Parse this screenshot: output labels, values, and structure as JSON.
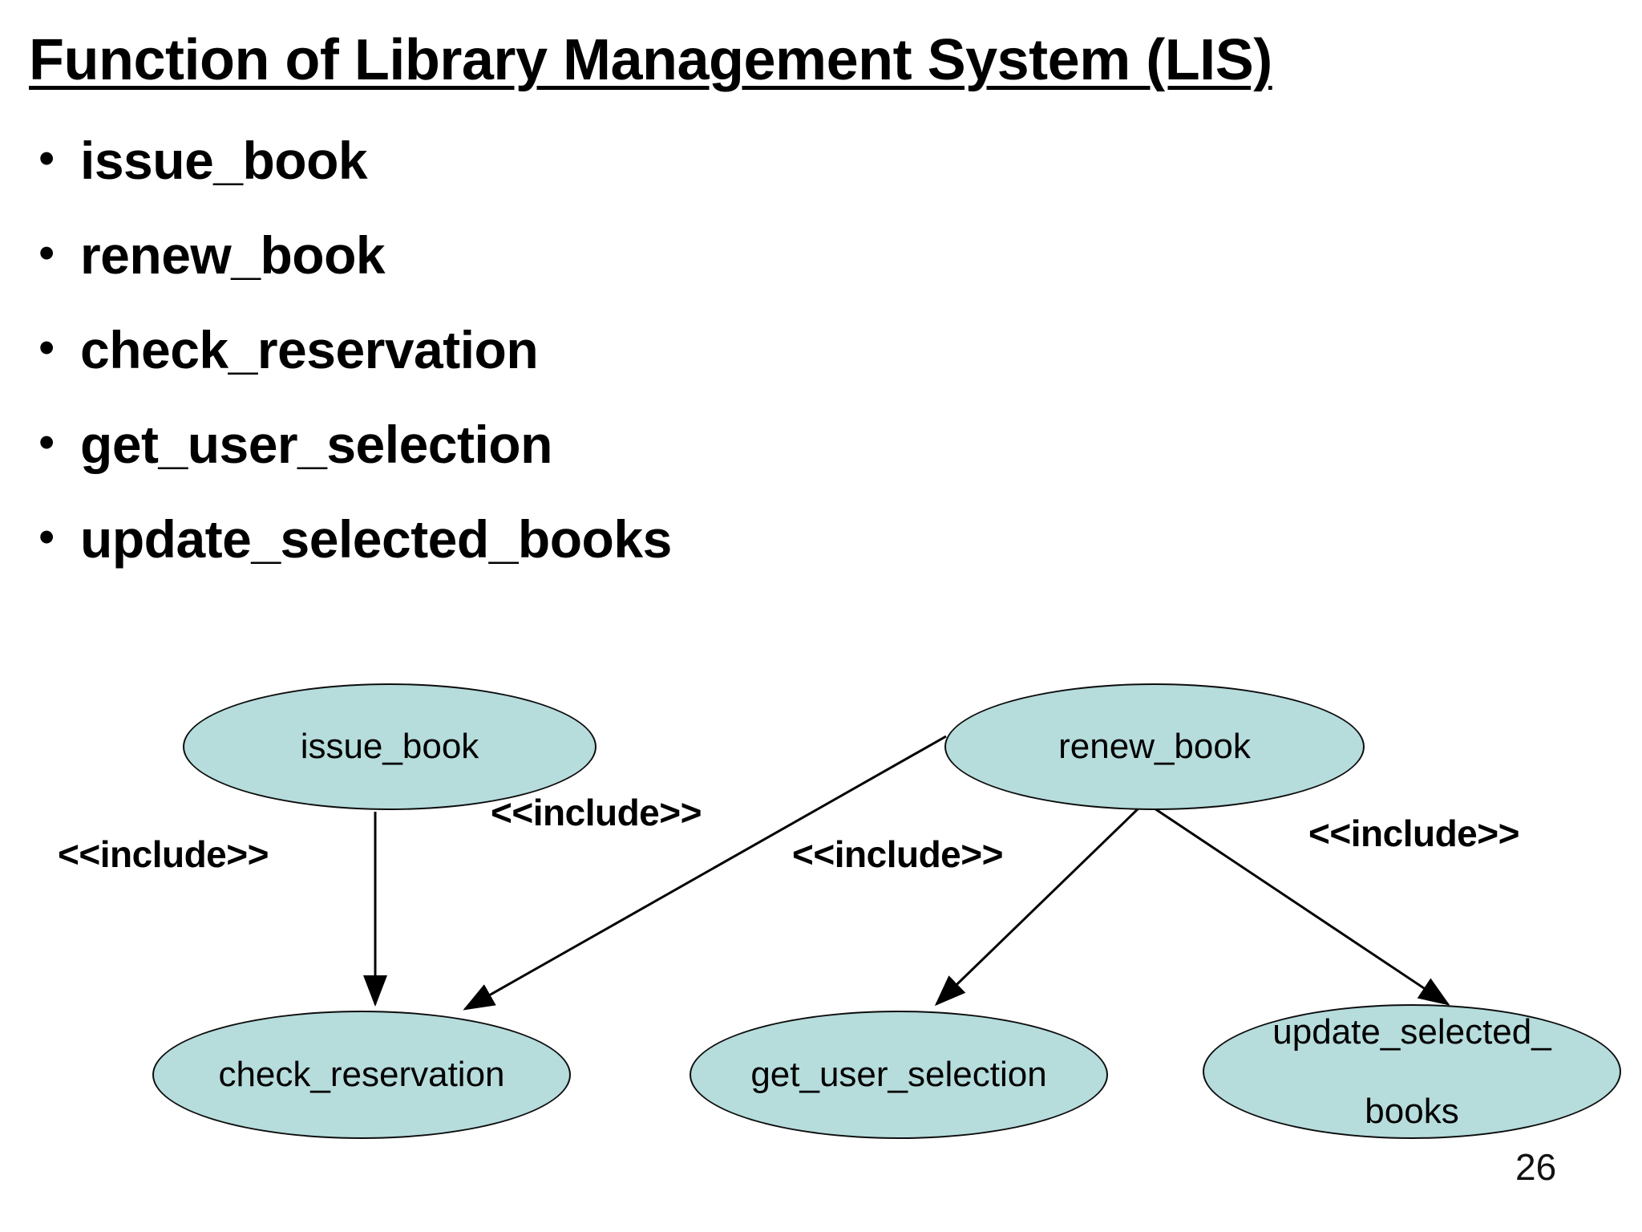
{
  "slide": {
    "title": "Function of Library Management System (LIS)",
    "page_number": "26",
    "bullet_marker": "•",
    "bullets": [
      {
        "label": "issue_book"
      },
      {
        "label": "renew_book"
      },
      {
        "label": "check_reservation"
      },
      {
        "label": "get_user_selection"
      },
      {
        "label": "update_selected_books"
      }
    ]
  },
  "diagram": {
    "type": "uml-use-case",
    "node_fill_color": "#b6dcdc",
    "node_border_color": "#0d0d0d",
    "edge_color": "#000000",
    "nodes": [
      {
        "id": "issue_book",
        "label": "issue_book"
      },
      {
        "id": "renew_book",
        "label": "renew_book"
      },
      {
        "id": "check_reservation",
        "label": "check_reservation"
      },
      {
        "id": "get_user_selection",
        "label": "get_user_selection"
      },
      {
        "id": "update_selected_books",
        "label_line1": "update_selected_",
        "label_line2": "books"
      }
    ],
    "edges": [
      {
        "from": "issue_book",
        "to": "check_reservation",
        "label": "<<include>>"
      },
      {
        "from": "renew_book",
        "to": "check_reservation",
        "label": "<<include>>"
      },
      {
        "from": "renew_book",
        "to": "get_user_selection",
        "label": "<<include>>"
      },
      {
        "from": "renew_book",
        "to": "update_selected_books",
        "label": "<<include>>"
      }
    ],
    "edge_labels": {
      "issue_to_check": "<<include>>",
      "renew_to_check": "<<include>>",
      "renew_to_get_user": "<<include>>",
      "renew_to_update": "<<include>>"
    }
  }
}
